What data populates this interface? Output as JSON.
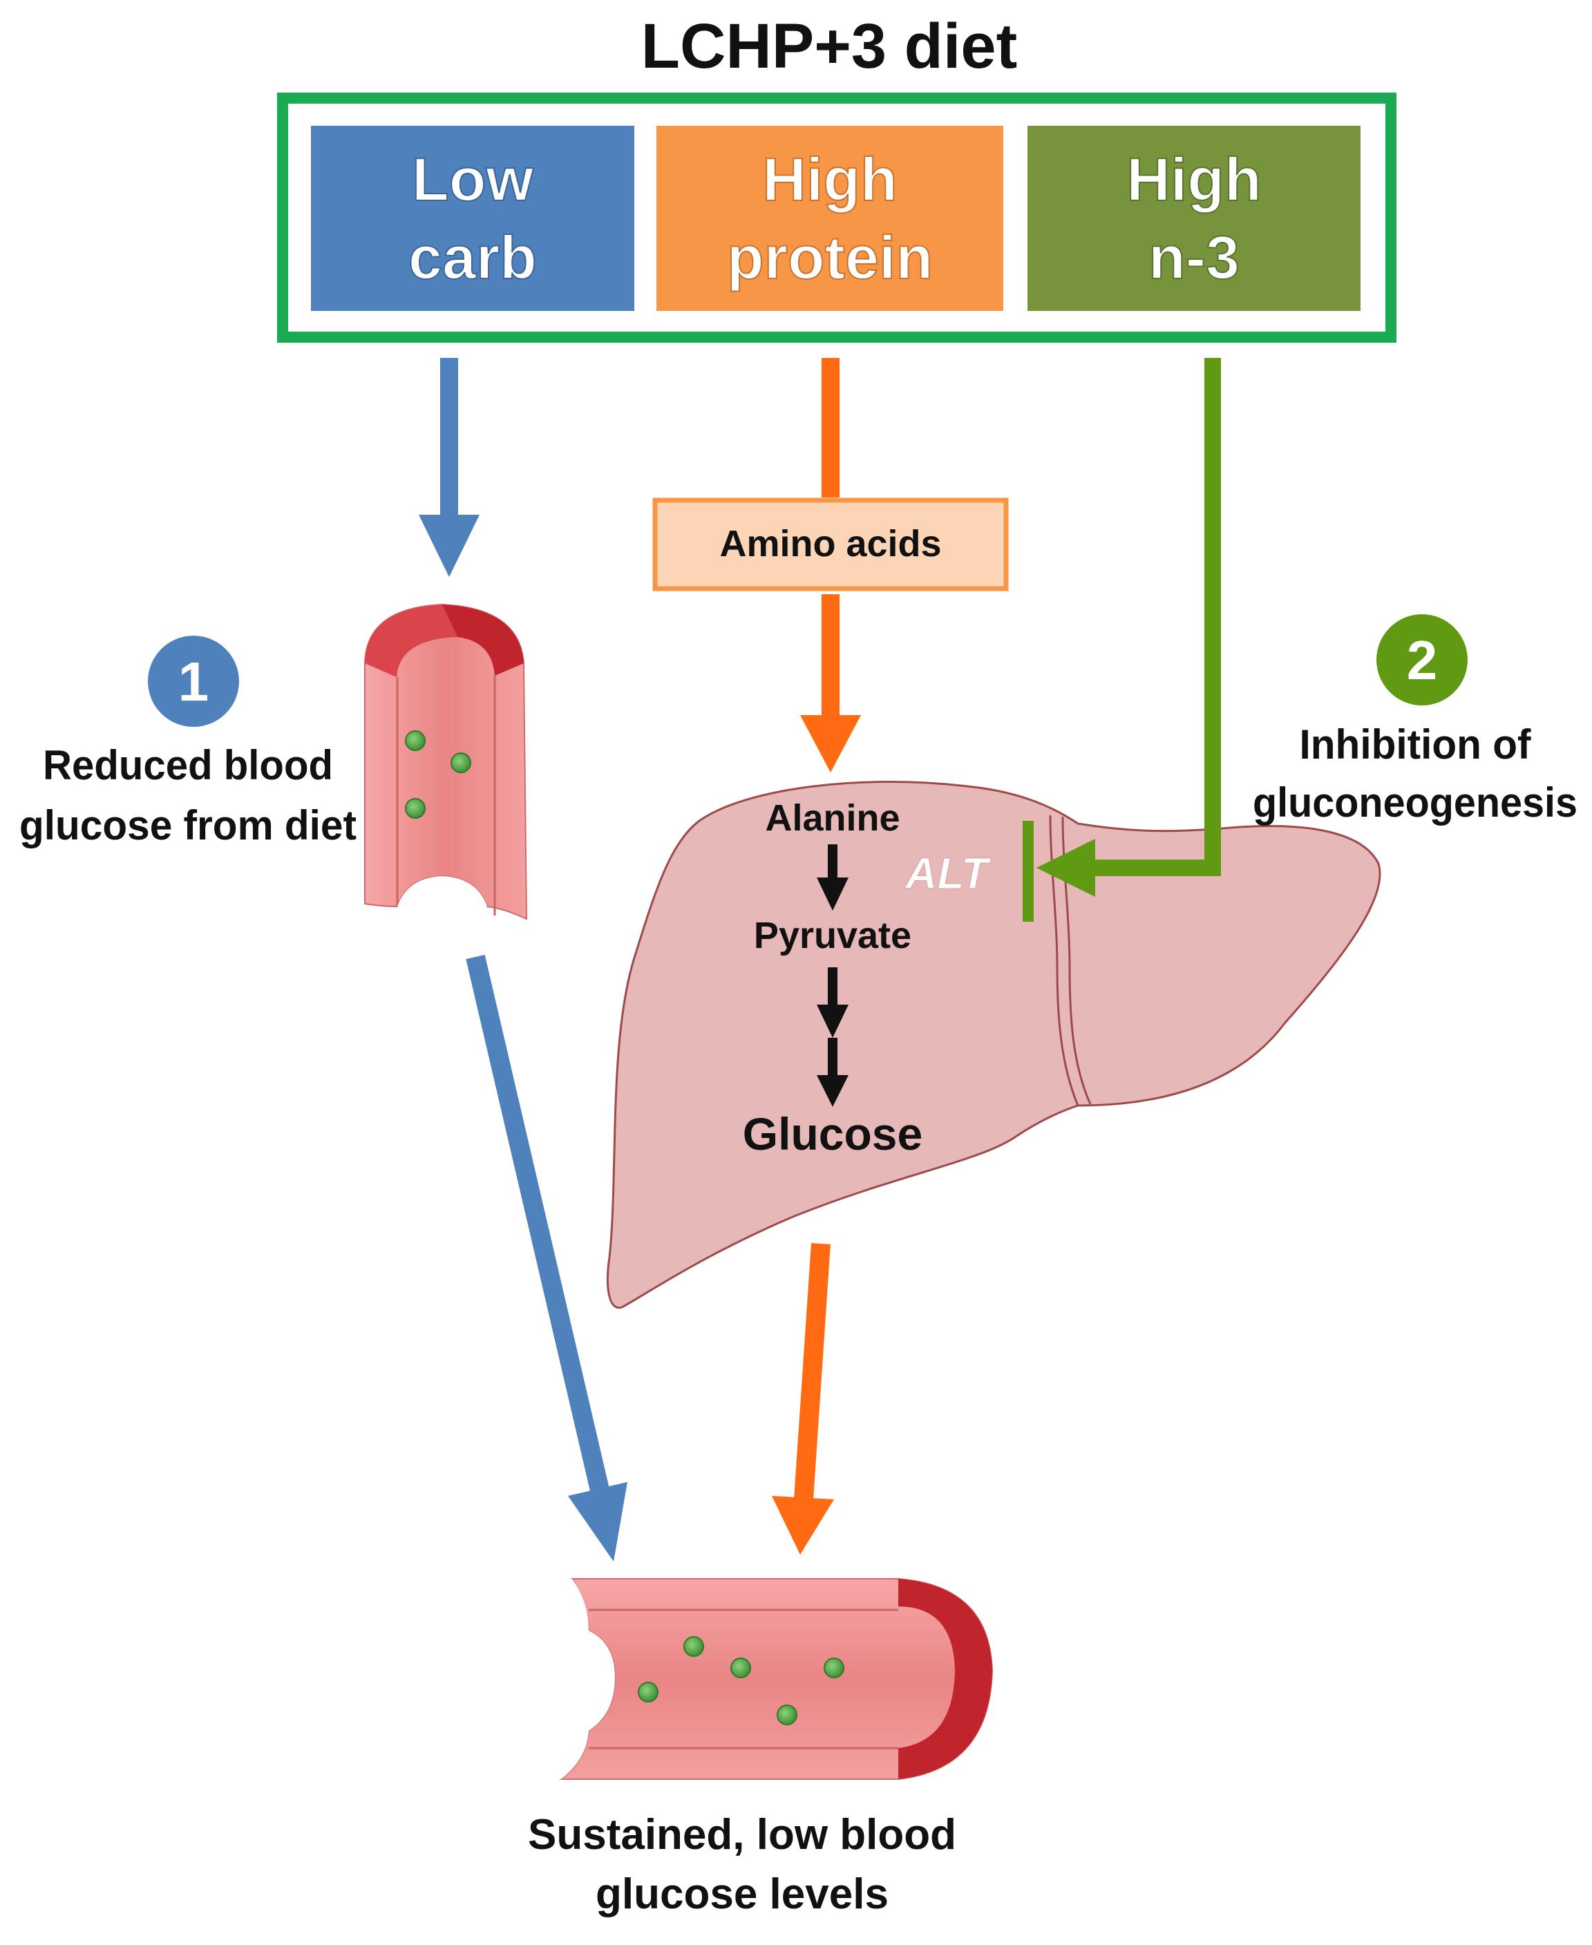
{
  "title": "LCHP+3 diet",
  "components": [
    {
      "line1": "Low",
      "line2": "carb"
    },
    {
      "line1": "High",
      "line2": "protein"
    },
    {
      "line1": "High",
      "line2": "n-3"
    }
  ],
  "amino_acids": "Amino acids",
  "pathway": {
    "alanine": "Alanine",
    "pyruvate": "Pyruvate",
    "glucose": "Glucose",
    "enzyme": "ALT"
  },
  "marker1": {
    "number": "1",
    "line1": "Reduced blood",
    "line2": "glucose from diet"
  },
  "marker2": {
    "number": "2",
    "line1": "Inhibition of",
    "line2": "gluconeogenesis"
  },
  "outcome": {
    "line1": "Sustained, low blood",
    "line2": "glucose levels"
  },
  "colors": {
    "frame_green": "#1aaa52",
    "low_carb_blue": "#4f81bd",
    "high_protein_orange": "#f79646",
    "high_n3_green": "#77933c",
    "arrow_orange": "#ff6a13",
    "arrow_green": "#5f9a12",
    "liver": "#e6b8b8",
    "vessel_red": "#c0252e",
    "glucose_dot": "#55b045"
  },
  "icons": [
    "blood-vessel-icon",
    "liver-icon",
    "glucose-molecule-icon"
  ]
}
